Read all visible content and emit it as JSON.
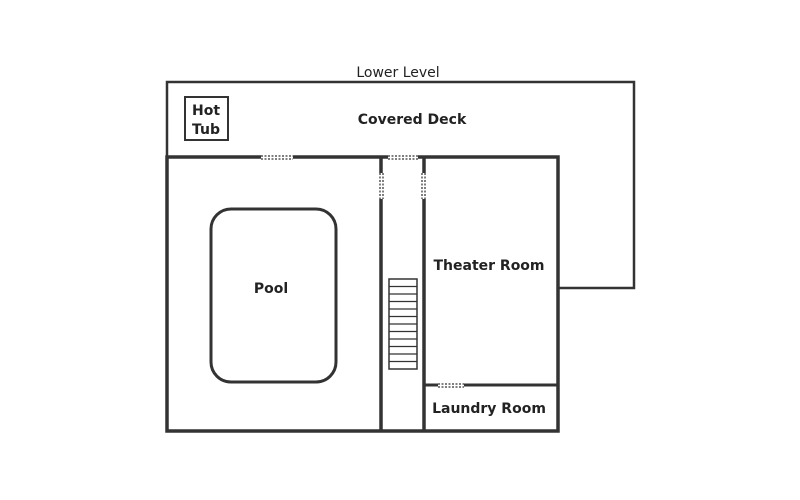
{
  "title": "Lower Level",
  "rooms": {
    "hot_tub": [
      "Hot",
      "Tub"
    ],
    "covered_deck": "Covered Deck",
    "pool": "Pool",
    "theater_room": "Theater Room",
    "laundry_room": "Laundry Room"
  },
  "colors": {
    "wall": "#333333",
    "background": "#ffffff",
    "text": "#222222"
  }
}
